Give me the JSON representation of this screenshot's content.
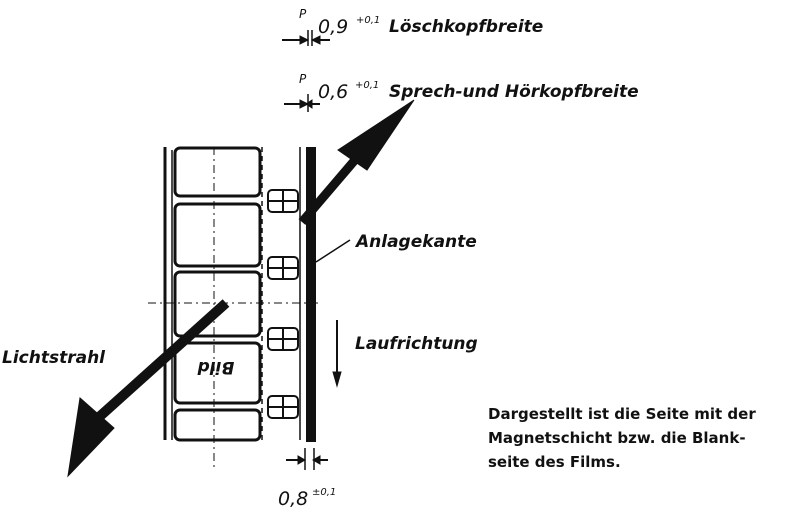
{
  "dimensions": {
    "erase_value": "0,9",
    "erase_tolerance": "+0,1",
    "erase_label": "Löschkopfbreite",
    "head_value": "0,6",
    "head_tolerance": "+0,1",
    "head_label": "Sprech-und Hörkopfbreite",
    "edge_value": "0,8",
    "edge_tolerance": "±0,1"
  },
  "labels": {
    "contact_edge": "Anlagekante",
    "direction": "Laufrichtung",
    "light_beam": "Lichtstrahl",
    "frame_text": "Bild"
  },
  "note": {
    "lines": [
      "Dargestellt ist die Seite mit der",
      "Magnetschicht bzw. die Blank-",
      "seite des Films."
    ]
  }
}
